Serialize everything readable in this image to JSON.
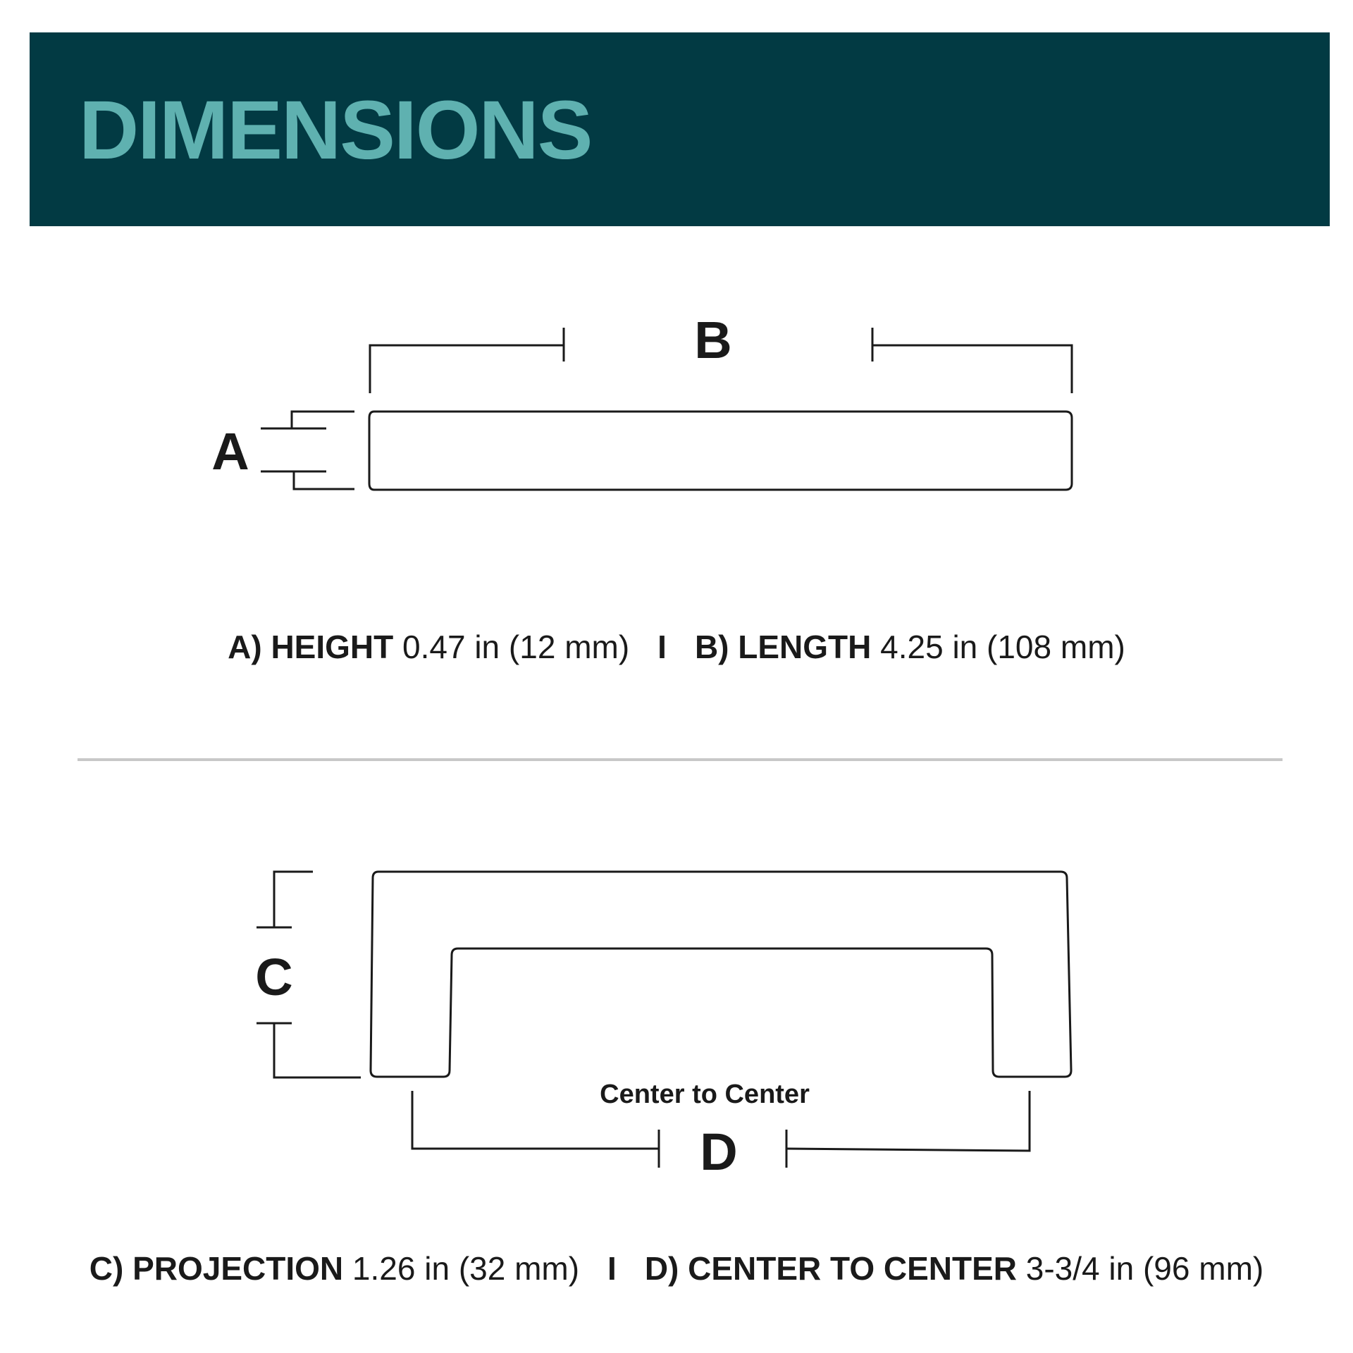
{
  "header": {
    "title": "DIMENSIONS",
    "background_color": "#023a43",
    "title_color": "#5fb1b0"
  },
  "diagram_top": {
    "label_a": "A",
    "label_b": "B"
  },
  "diagram_bottom": {
    "label_c": "C",
    "label_d": "D",
    "center_to_center_caption": "Center to Center"
  },
  "specs_top": {
    "a_label": "A) HEIGHT",
    "a_value": " 0.47 in (12 mm)",
    "separator": "I",
    "b_label": "B) LENGTH",
    "b_value": " 4.25 in (108 mm)"
  },
  "specs_bottom": {
    "c_label": "C) PROJECTION",
    "c_value": " 1.26 in (32 mm)",
    "separator": "I",
    "d_label": "D) CENTER TO CENTER",
    "d_value": " 3-3/4 in (96 mm)"
  },
  "divider_color": "#c8c8c8"
}
